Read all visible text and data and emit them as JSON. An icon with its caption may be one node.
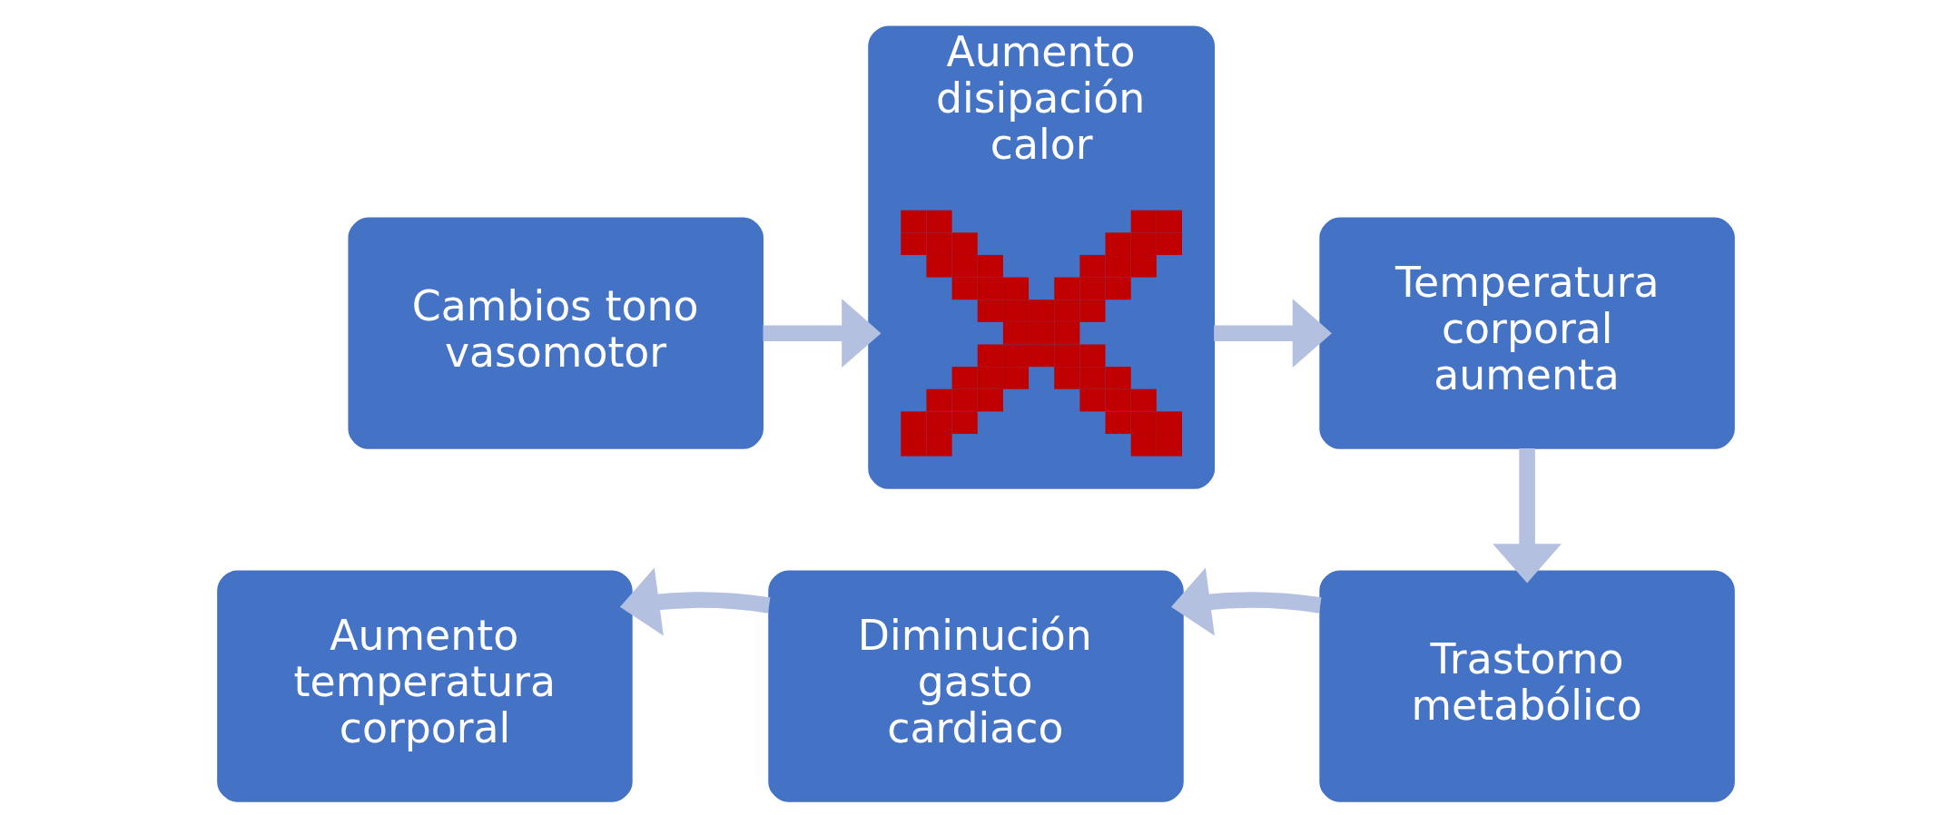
{
  "diagram": {
    "nodes": [
      {
        "text": [
          "Cambios tono vasomotor"
        ]
      },
      {
        "text": [
          "Aumento disipación calor"
        ]
      },
      {
        "text": [
          "Temperatura corporal aumenta"
        ]
      },
      {
        "text": [
          "Trastorno metabólico"
        ]
      },
      {
        "text": [
          "Diminución gasto cardiaco"
        ]
      },
      {
        "text": [
          "Aumento temperatura corporal"
        ]
      },
      {
        "text": [],
        "shape": "cross",
        "in": 1
      }
    ],
    "edges": [
      {
        "from": 0,
        "to": 1,
        "arrow": "to"
      },
      {
        "from": 1,
        "to": 2,
        "arrow": "to"
      },
      {
        "from": 2,
        "to": 3,
        "arrow": "to"
      },
      {
        "from": 3,
        "to": 4,
        "arrow": "to"
      },
      {
        "from": 4,
        "to": 5,
        "arrow": "to"
      }
    ]
  }
}
